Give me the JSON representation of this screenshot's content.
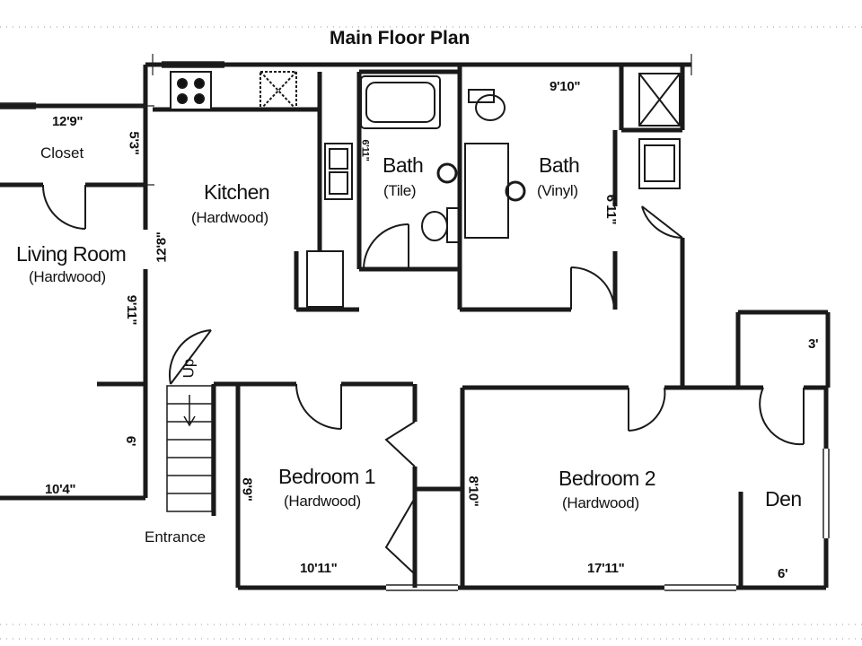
{
  "title": "Main Floor Plan",
  "rooms": {
    "closet": "Closet",
    "kitchen": "Kitchen",
    "kitchen_material": "(Hardwood)",
    "living_room": "Living Room",
    "living_room_material": "(Hardwood)",
    "bath1": "Bath",
    "bath1_material": "(Tile)",
    "bath2": "Bath",
    "bath2_material": "(Vinyl)",
    "bedroom1": "Bedroom 1",
    "bedroom1_material": "(Hardwood)",
    "bedroom2": "Bedroom 2",
    "bedroom2_material": "(Hardwood)",
    "den": "Den",
    "entrance": "Entrance",
    "stairs_up": "Up"
  },
  "dimensions": {
    "closet_width": "12'9\"",
    "closet_depth": "5'3\"",
    "living_depth": "12'8\"",
    "living_width2": "9'11\"",
    "entry_depth": "6'",
    "entry_width": "10'4\"",
    "bath1_depth": "6'11\"",
    "bath2_width": "9'10\"",
    "bath2_depth": "6'11\"",
    "den_closet": "3'",
    "bedroom1_depth": "8'9\"",
    "bedroom1_width": "10'11\"",
    "bedroom2_depth": "8'10\"",
    "bedroom2_width": "17'11\"",
    "den_width": "6'"
  }
}
